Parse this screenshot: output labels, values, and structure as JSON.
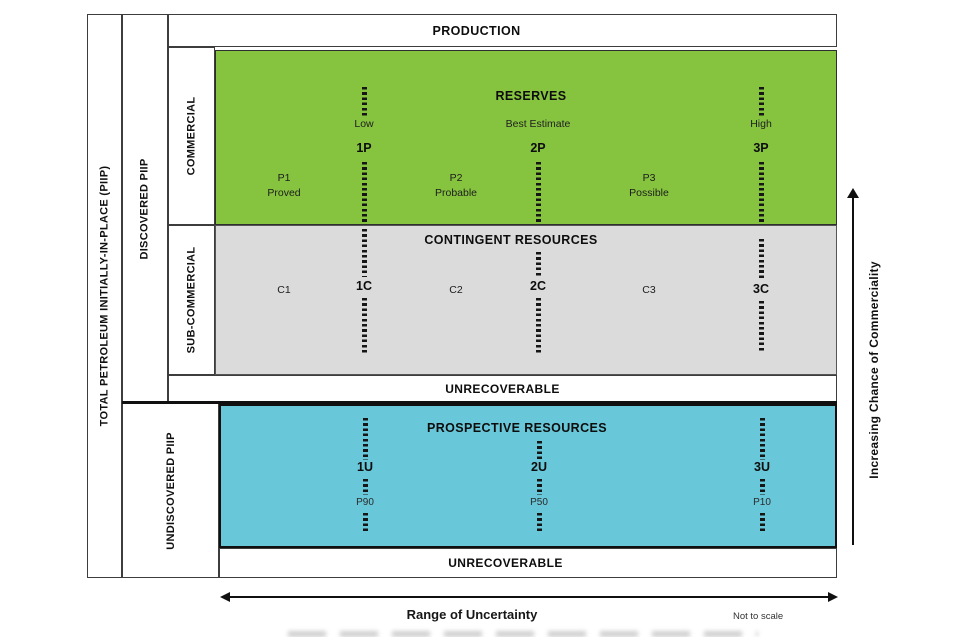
{
  "colors": {
    "reserves_green": "#86C43F",
    "contingent_gray": "#DBDBDC",
    "prospective_blue": "#68C7D8",
    "line_black": "#101010"
  },
  "left_axis": {
    "total_piip": "TOTAL PETROLEUM INITIALLY-IN-PLACE (PIIP)",
    "discovered": "DISCOVERED PIIP",
    "undiscovered": "UNDISCOVERED PIIP",
    "commercial": "COMMERCIAL",
    "sub_commercial": "SUB-COMMERCIAL"
  },
  "production_label": "PRODUCTION",
  "reserves": {
    "title": "RESERVES",
    "columns": [
      {
        "qualifier": "Low",
        "label": "1P"
      },
      {
        "qualifier": "Best Estimate",
        "label": "2P"
      },
      {
        "qualifier": "High",
        "label": "3P"
      }
    ],
    "categories": [
      {
        "code": "P1",
        "name": "Proved"
      },
      {
        "code": "P2",
        "name": "Probable"
      },
      {
        "code": "P3",
        "name": "Possible"
      }
    ]
  },
  "contingent": {
    "title": "CONTINGENT RESOURCES",
    "columns": [
      {
        "label": "1C"
      },
      {
        "label": "2C"
      },
      {
        "label": "3C"
      }
    ],
    "categories": [
      {
        "code": "C1"
      },
      {
        "code": "C2"
      },
      {
        "code": "C3"
      }
    ]
  },
  "unrecoverable_upper": "UNRECOVERABLE",
  "prospective": {
    "title": "PROSPECTIVE RESOURCES",
    "columns": [
      {
        "label": "1U",
        "percentile": "P90"
      },
      {
        "label": "2U",
        "percentile": "P50"
      },
      {
        "label": "3U",
        "percentile": "P10"
      }
    ]
  },
  "unrecoverable_lower": "UNRECOVERABLE",
  "annotations": {
    "range_of_uncertainty": "Range of Uncertainty",
    "not_to_scale": "Not to scale",
    "increasing_chance": "Increasing Chance of Commerciality"
  }
}
